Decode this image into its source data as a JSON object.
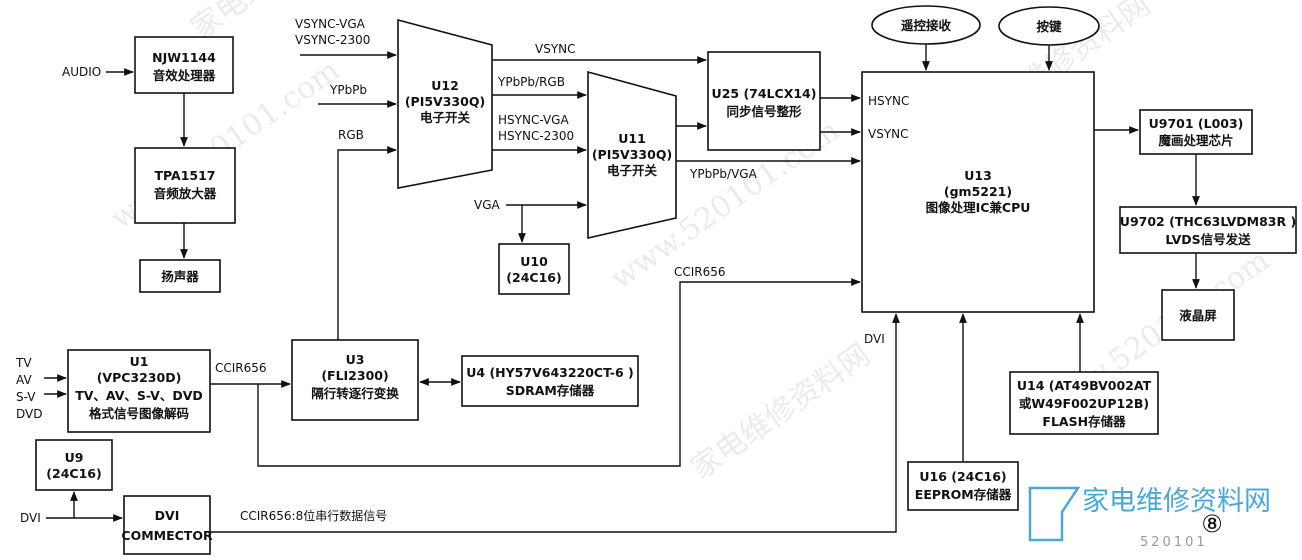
{
  "watermark": "家电维修资料网",
  "watermark_url": "www.520101.com",
  "logo": {
    "text": "家电维修资料网",
    "url": "520101"
  },
  "page_marker": "⑧",
  "blocks": {
    "njw": [
      "NJW1144",
      "音效处理器"
    ],
    "tpa": [
      "TPA1517",
      "音频放大器"
    ],
    "speaker": [
      "扬声器"
    ],
    "u12": [
      "U12",
      "(PI5V330Q)",
      "电子开关"
    ],
    "u11": [
      "U11",
      "(PI5V330Q)",
      "电子开关"
    ],
    "u10": [
      "U10",
      "(24C16)"
    ],
    "u25": [
      "U25 (74LCX14)",
      "同步信号整形"
    ],
    "u13": [
      "U13",
      "(gm5221)",
      "图像处理IC兼CPU"
    ],
    "remote": [
      "遥控接收"
    ],
    "keys": [
      "按键"
    ],
    "u9701": [
      "U9701 (L003)",
      "魔画处理芯片"
    ],
    "u9702": [
      "U9702 (THC63LVDM83R )",
      "LVDS信号发送"
    ],
    "lcd": [
      "液晶屏"
    ],
    "u1": [
      "U1",
      "(VPC3230D)",
      "TV、AV、S-V、DVD",
      "格式信号图像解码"
    ],
    "u3": [
      "U3",
      "(FLI2300)",
      "隔行转逐行变换"
    ],
    "u4": [
      "U4 (HY57V643220CT-6 )",
      "SDRAM存储器"
    ],
    "u14": [
      "U14 (AT49BV002AT",
      "或W49F002UP12B)",
      "FLASH存储器"
    ],
    "u16": [
      "U16 (24C16)",
      "EEPROM存储器"
    ],
    "u9": [
      "U9",
      "(24C16)"
    ],
    "dvi_conn": [
      "DVI",
      "COMMECTOR"
    ]
  },
  "signals": {
    "audio": "AUDIO",
    "vsync_vga": "VSYNC-VGA",
    "vsync_2300": "VSYNC-2300",
    "ypbpb_in": "YPbPb",
    "rgb": "RGB",
    "vsync": "VSYNC",
    "ypbpb_rgb": "YPbPb/RGB",
    "hsync_vga": "HSYNC-VGA",
    "hsync_2300": "HSYNC-2300",
    "ypbpb_vga": "YPbPb/VGA",
    "vga": "VGA",
    "hsync_cpu": "HSYNC",
    "vsync_cpu": "VSYNC",
    "ccir656_top": "CCIR656",
    "ccir656_u1": "CCIR656",
    "dvi_cpu": "DVI",
    "dvi_in": "DVI",
    "ccir_note": "CCIR656:8位串行数据信号",
    "tv": "TV",
    "av": "AV",
    "sv": "S-V",
    "dvd": "DVD"
  }
}
